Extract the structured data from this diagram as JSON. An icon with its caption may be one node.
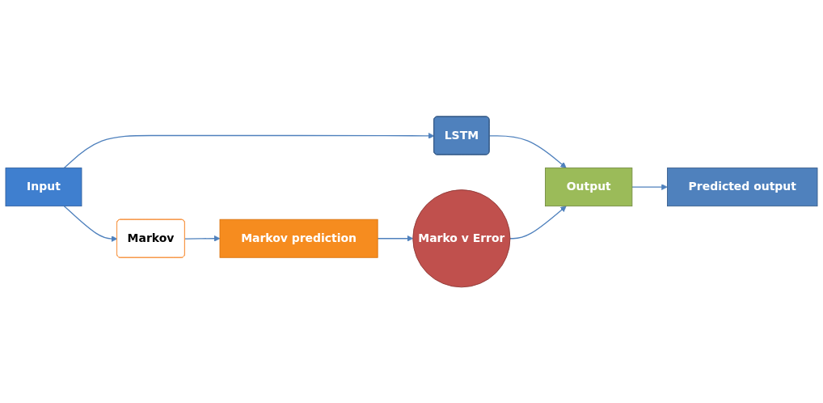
{
  "diagram": {
    "nodes": [
      {
        "text": [
          "Input"
        ]
      },
      {
        "text": [
          "LSTM"
        ]
      },
      {
        "text": [
          "Output"
        ]
      },
      {
        "text": [
          "Predicted output"
        ]
      },
      {
        "text": [
          "Markov"
        ]
      },
      {
        "text": [
          "Markov prediction"
        ]
      },
      {
        "text": [
          "Marko v Error"
        ]
      }
    ],
    "edges": [
      {
        "from": 0,
        "to": 1,
        "arrow": "to"
      },
      {
        "from": 1,
        "to": 2,
        "arrow": "to"
      },
      {
        "from": 2,
        "to": 3,
        "arrow": "to"
      },
      {
        "from": 0,
        "to": 4,
        "arrow": "to"
      },
      {
        "from": 4,
        "to": 5,
        "arrow": "to"
      },
      {
        "from": 5,
        "to": 6,
        "arrow": "to"
      },
      {
        "from": 6,
        "to": 2,
        "arrow": "to"
      }
    ]
  }
}
